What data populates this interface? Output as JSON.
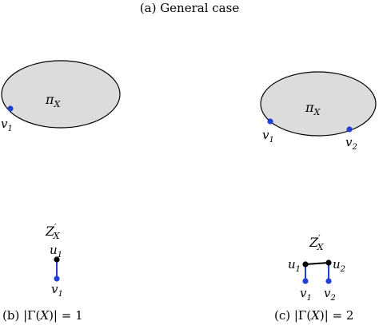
{
  "title": "(a) General case",
  "panel_b": {
    "caption_prefix": "(b) |Γ(",
    "caption_var": "X",
    "caption_suffix": ")| = 1",
    "region_label": "π",
    "region_subscript": "X",
    "node_v1": "v",
    "node_v1_sub": "1",
    "z_label": "Z",
    "z_prime": "′",
    "z_sub": "X",
    "u1": "u",
    "u1_sub": "1",
    "v1": "v",
    "v1_sub": "1"
  },
  "panel_c": {
    "caption_prefix": "(c) |Γ(",
    "caption_var": "X",
    "caption_suffix": ")| = 2",
    "region_label": "π",
    "region_subscript": "X",
    "node_v1": "v",
    "node_v1_sub": "1",
    "node_v2": "v",
    "node_v2_sub": "2",
    "z_label": "Z",
    "z_prime": "′",
    "z_sub": "X",
    "u1": "u",
    "u1_sub": "1",
    "u2": "u",
    "u2_sub": "2",
    "v1": "v",
    "v1_sub": "1",
    "v2": "v",
    "v2_sub": "2"
  },
  "colors": {
    "region_fill": "#dcdcdc",
    "blue_node": "#1f3fd6",
    "black_node": "#000000",
    "blue_edge": "#1f3fd6"
  }
}
